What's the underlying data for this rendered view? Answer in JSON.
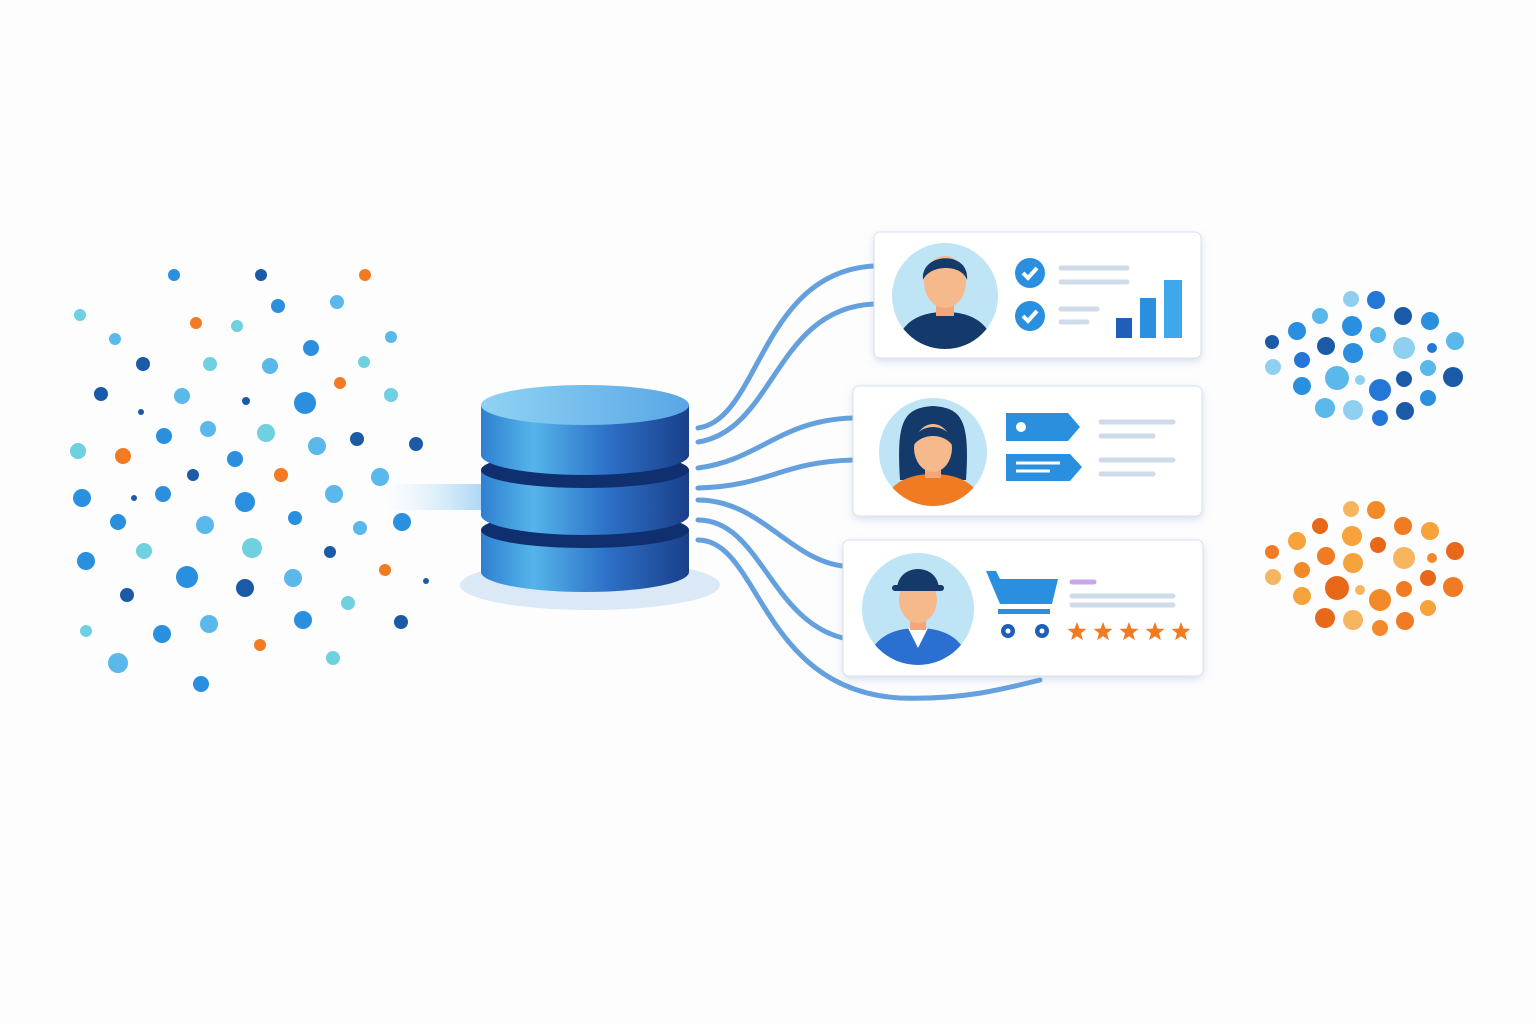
{
  "colors": {
    "background": "#fdfdfe",
    "blue_dark": "#1a5aa6",
    "blue": "#2b8fe0",
    "blue_light": "#5bb8ea",
    "teal": "#6fd0df",
    "orange": "#f07b22",
    "orange_light": "#f6a33c",
    "navy": "#0f3a6e",
    "connector": "#4a90d9",
    "card_border": "#d8e2ee",
    "avatar_bg": "#bfe4f5",
    "skin": "#f6b98c"
  },
  "source_dots": {
    "icon": "scattered-data-points",
    "palette": [
      "#1a5aa6",
      "#2b8fe0",
      "#5bb8ea",
      "#6fd0df",
      "#f07b22"
    ]
  },
  "database": {
    "icon": "database-cylinder-icon",
    "segments": 3
  },
  "profiles": [
    {
      "avatar": "man-avatar-icon",
      "widgets": [
        "check-icon",
        "check-icon",
        "bar-chart-icon"
      ]
    },
    {
      "avatar": "woman-avatar-icon",
      "widgets": [
        "tag-icon",
        "tag-icon"
      ]
    },
    {
      "avatar": "man-cap-avatar-icon",
      "widgets": [
        "shopping-cart-icon",
        "rating-stars-icon"
      ],
      "rating": 5
    }
  ],
  "clusters": [
    {
      "name": "blue-segment-cluster",
      "color": "#2b8fe0"
    },
    {
      "name": "orange-segment-cluster",
      "color": "#f07b22"
    }
  ]
}
